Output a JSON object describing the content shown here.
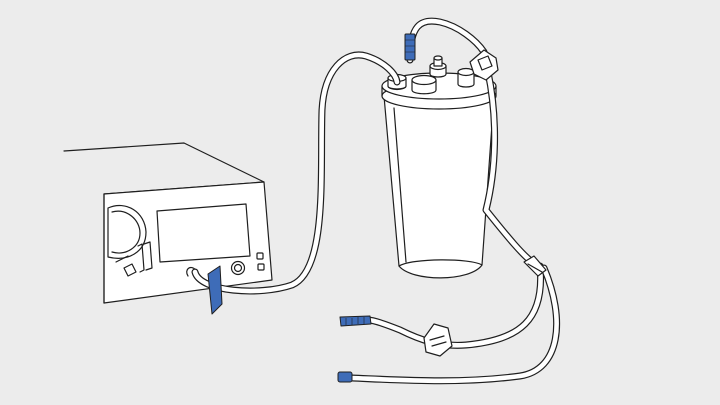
{
  "illustration": {
    "subject": "suction-canister-setup",
    "colors": {
      "background": "#ececec",
      "stroke": "#1f1f1f",
      "fill": "#ffffff",
      "accent": "#3e6cb8"
    },
    "parts": [
      "suction-unit",
      "collection-canister",
      "canister-lid",
      "tubing",
      "y-connector",
      "tube-clamp",
      "suction-tip",
      "catheter-tip"
    ]
  }
}
